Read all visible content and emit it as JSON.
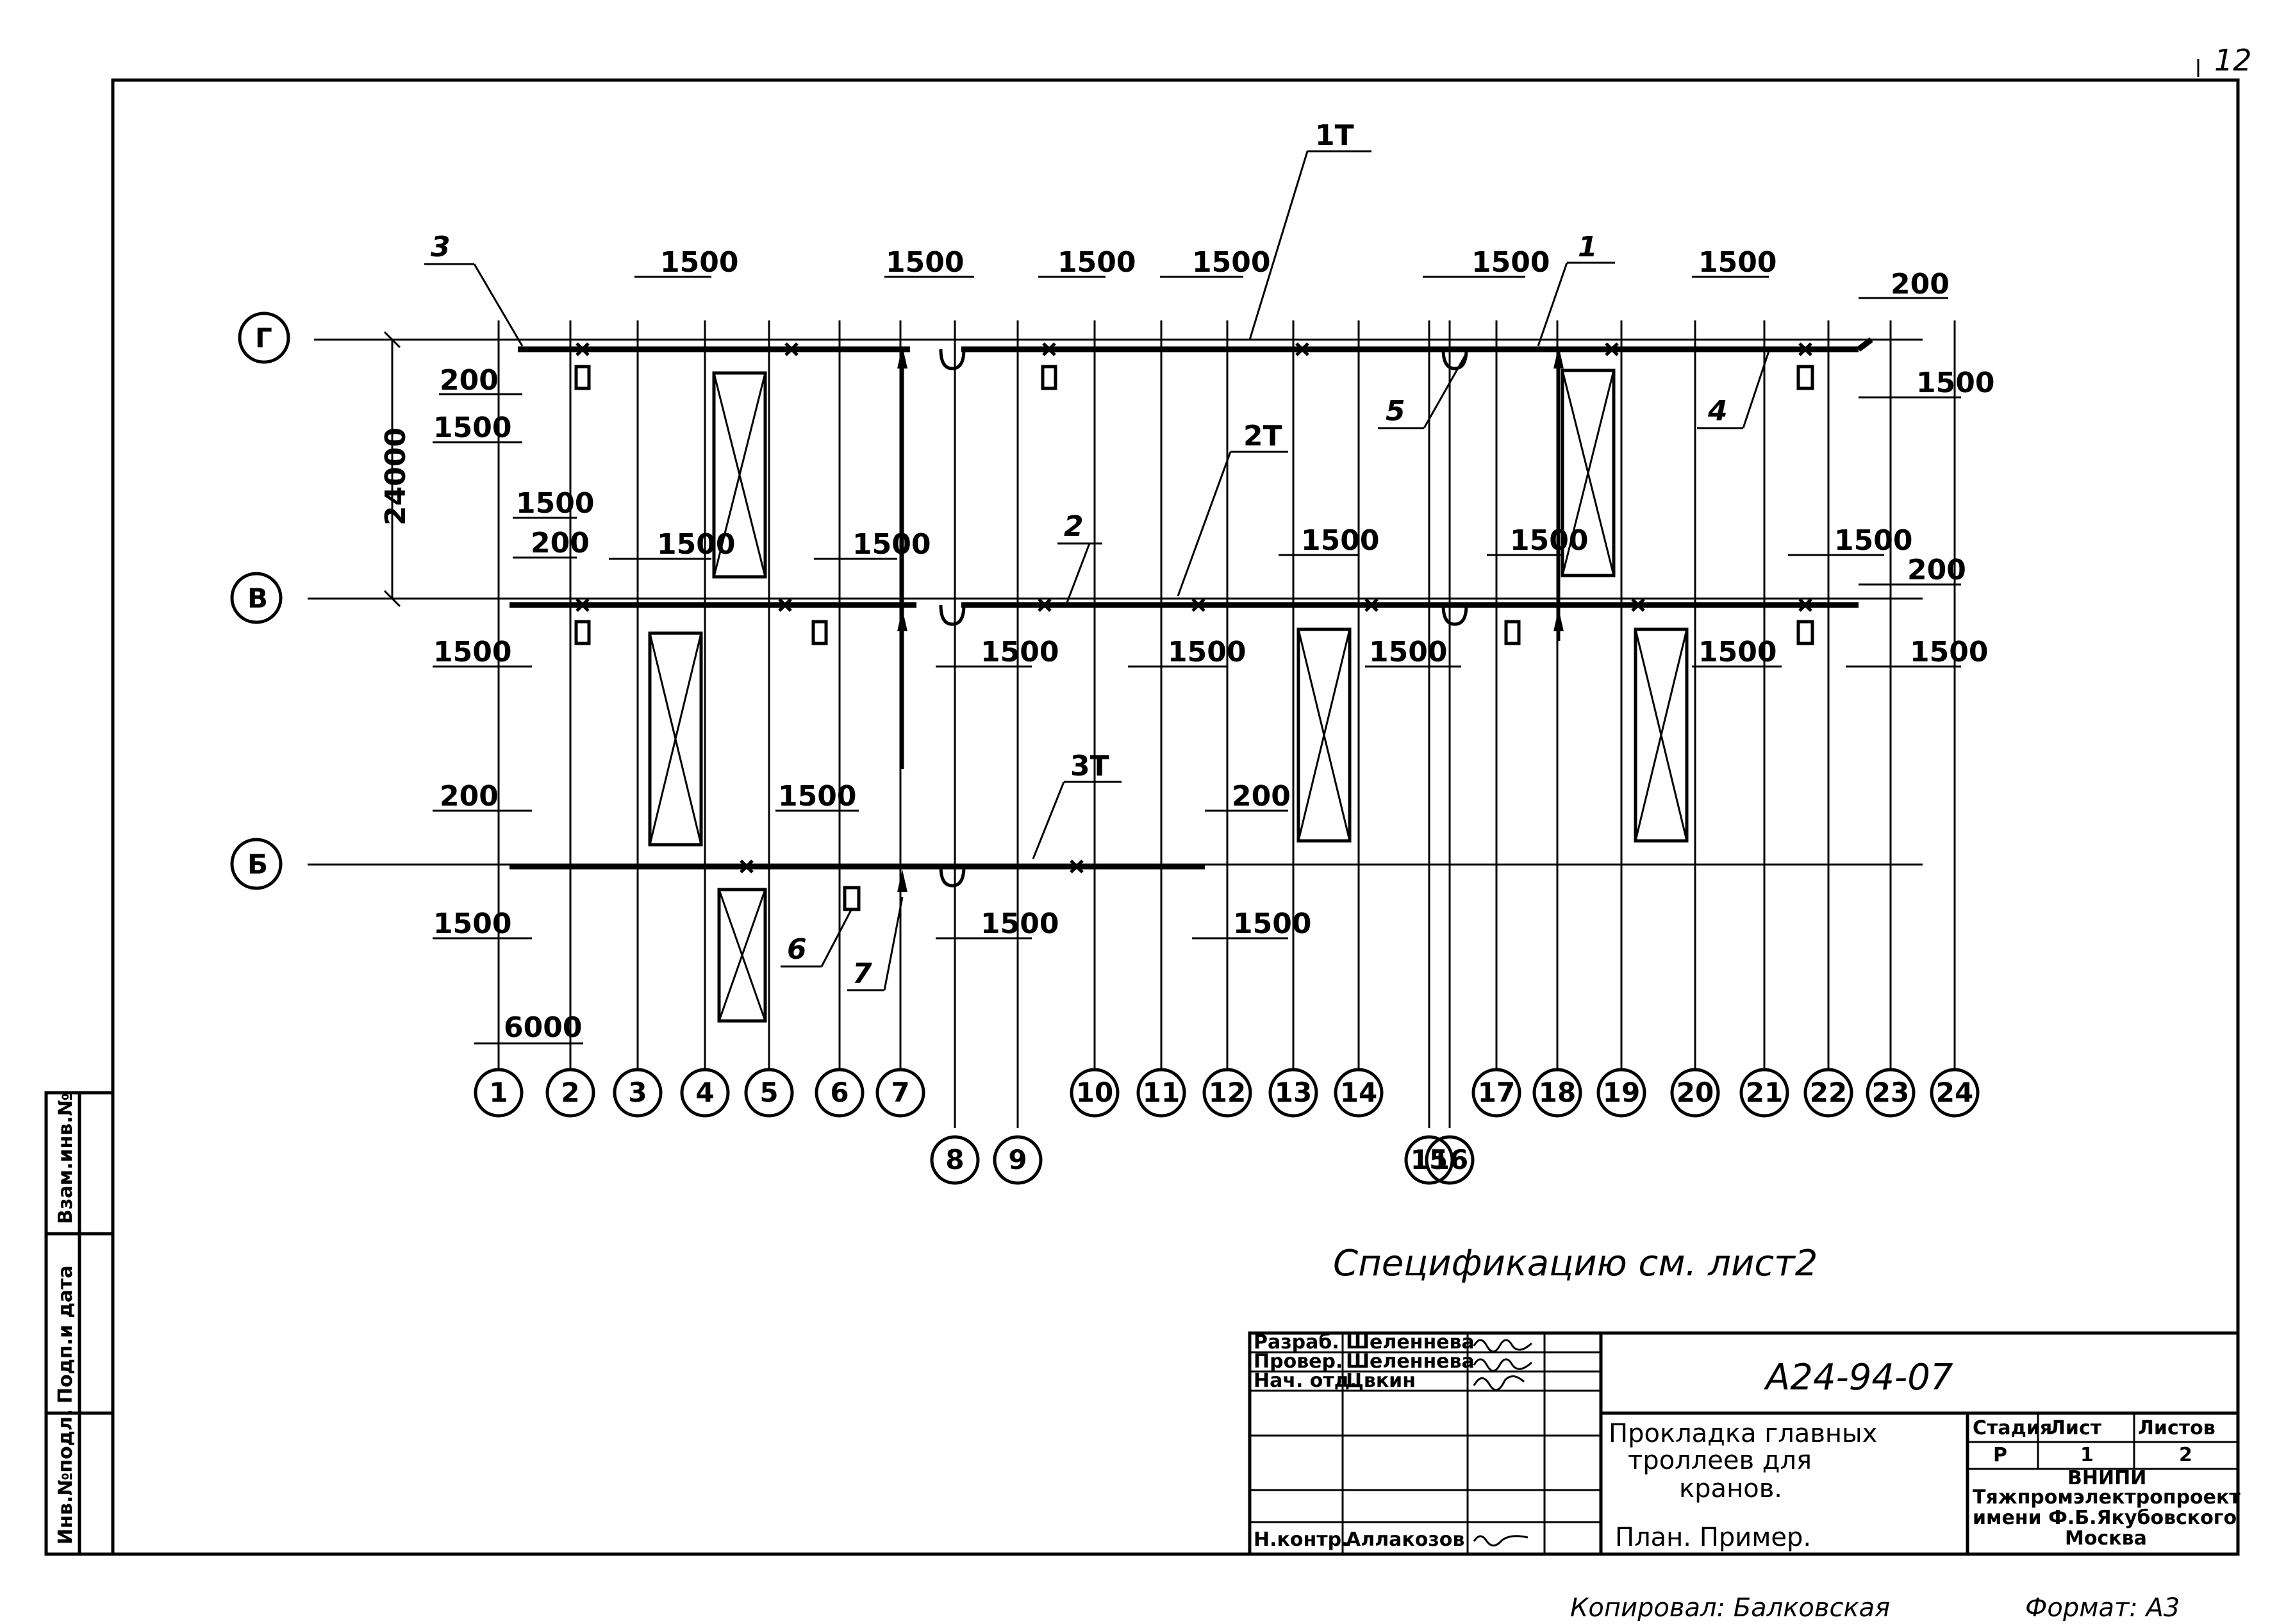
{
  "sheet_number": "12",
  "rows": [
    {
      "label": "Г"
    },
    {
      "label": "В"
    },
    {
      "label": "Б"
    }
  ],
  "column_axes": [
    "1",
    "2",
    "3",
    "4",
    "5",
    "6",
    "7",
    "8",
    "9",
    "10",
    "11",
    "12",
    "13",
    "14",
    "15",
    "16",
    "17",
    "18",
    "19",
    "20",
    "21",
    "22",
    "23",
    "24"
  ],
  "dimensions": {
    "d1500": "1500",
    "d200": "200",
    "d24000": "24000",
    "d6000": "6000"
  },
  "trolley_labels": {
    "t1": "1Т",
    "t2": "2Т",
    "t3": "3Т"
  },
  "callouts": [
    "1",
    "2",
    "3",
    "4",
    "5",
    "6",
    "7"
  ],
  "spec_note": "Спецификацию см. лист2",
  "left_stamp": {
    "c1": "Инв.№подл.",
    "c2": "Подп.и дата",
    "c3": "Взам.инв.№"
  },
  "title_block": {
    "doc_number": "А24-94-07",
    "rows": [
      {
        "role": "Разраб.",
        "name": "Шеленнева"
      },
      {
        "role": "Провер.",
        "name": "Шеленнева"
      },
      {
        "role": "Нач. отд.",
        "name": "Цвкин"
      },
      {
        "role": "",
        "name": ""
      },
      {
        "role": "",
        "name": ""
      },
      {
        "role": "",
        "name": ""
      },
      {
        "role": "Н.контр.",
        "name": "Аллакозов"
      }
    ],
    "title_lines": [
      "Прокладка главных",
      "троллеев для",
      "кранов.",
      "План. Пример."
    ],
    "stage_header": "Стадия",
    "sheet_header": "Лист",
    "sheets_header": "Листов",
    "stage": "Р",
    "sheet": "1",
    "sheets": "2",
    "org_lines": [
      "ВНИПИ",
      "Тяжпромэлектропроект",
      "имени Ф.Б.Якубовского",
      "Москва"
    ]
  },
  "copied_by": "Копировал: Балковская",
  "format": "Формат: А3"
}
